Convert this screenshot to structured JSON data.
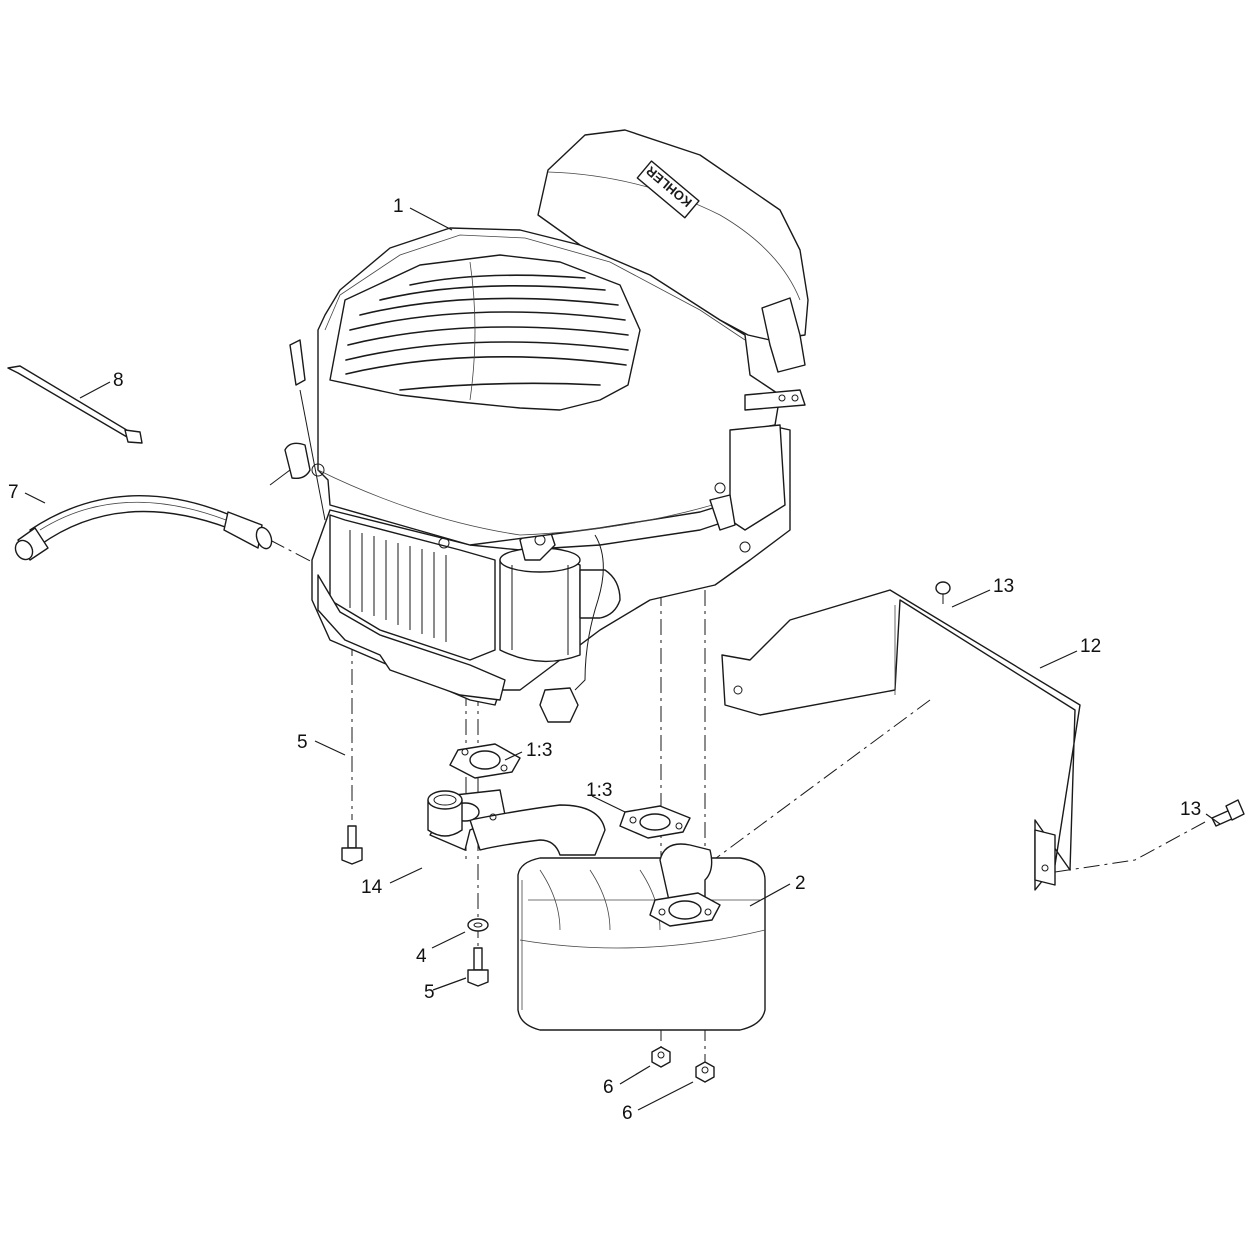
{
  "brand_text": "KOHLER",
  "callouts": {
    "engine": "1",
    "muffler": "2",
    "gasket_upper": "1:3",
    "gasket_lower": "1:3",
    "washer": "4",
    "bolt_left": "5",
    "bolt_lower": "5",
    "nut_left": "6",
    "nut_right": "6",
    "fuel_hose": "7",
    "cable_tie": "8",
    "heat_shield": "12",
    "screw_top": "13",
    "screw_right": "13",
    "spacer": "14"
  }
}
